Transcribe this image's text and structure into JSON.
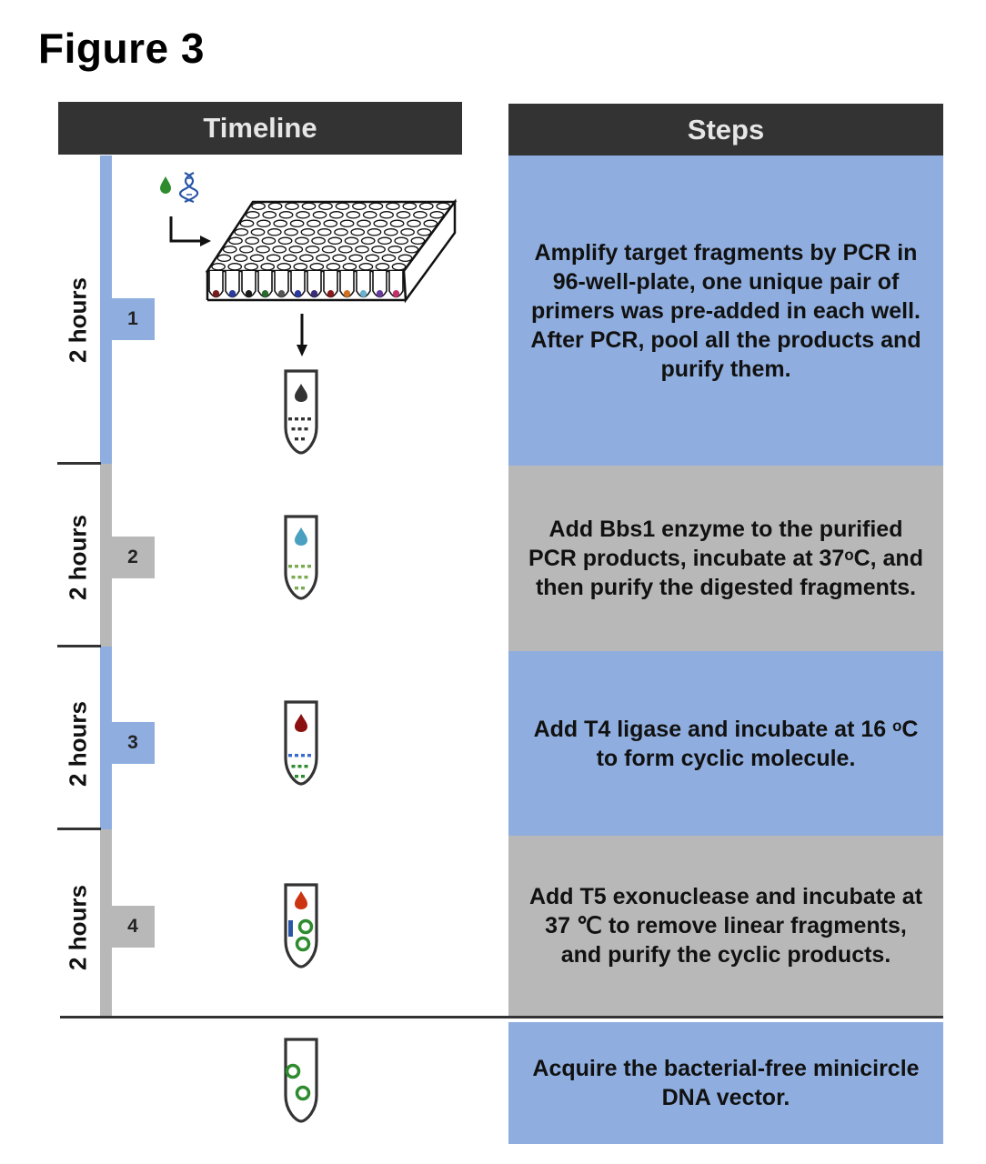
{
  "figure_title": "Figure 3",
  "headers": {
    "timeline": "Timeline",
    "steps": "Steps"
  },
  "timeline": [
    {
      "number": "1",
      "duration": "2 hours",
      "bar_color": "#8faedf"
    },
    {
      "number": "2",
      "duration": "2 hours",
      "bar_color": "#b8b8b8"
    },
    {
      "number": "3",
      "duration": "2 hours",
      "bar_color": "#8faedf"
    },
    {
      "number": "4",
      "duration": "2 hours",
      "bar_color": "#b8b8b8"
    }
  ],
  "steps": [
    {
      "text": "Amplify target fragments by PCR in 96-well-plate, one unique pair of primers was pre-added in each well. After PCR, pool all the products and purify them.",
      "color": "#8faedf"
    },
    {
      "text": "Add Bbs1 enzyme to the purified PCR products, incubate at 37ᵒC, and then purify the digested fragments.",
      "color": "#b8b8b8"
    },
    {
      "text": "Add T4 ligase and incubate at 16 ᵒC to form cyclic molecule.",
      "color": "#8faedf"
    },
    {
      "text": "Add T5 exonuclease and incubate at 37 ℃ to remove linear fragments, and purify the cyclic products.",
      "color": "#b8b8b8"
    },
    {
      "text": "Acquire the bacterial-free minicircle DNA vector.",
      "color": "#8faedf"
    }
  ],
  "icons": {
    "primer_drop": "green-drop-icon",
    "dna": "dna-helix-icon",
    "plate": "96-well-plate-icon",
    "tubes": [
      "tube-gray-drop-icon",
      "tube-teal-drop-icon",
      "tube-red-drop-icon",
      "tube-orange-drop-icon",
      "tube-minicircle-icon"
    ]
  },
  "colors": {
    "header_bg": "#333333",
    "header_text": "#e6e6e6",
    "blue": "#8faedf",
    "gray": "#b8b8b8",
    "green": "#2e8b2e",
    "dna_blue": "#2a56a8",
    "teal": "#4aa0c0",
    "dark_red": "#8b1010",
    "orange_red": "#cc3311"
  },
  "well_colors": [
    "#7a1a1a",
    "#2a3aa0",
    "#1a1a1a",
    "#2a6a2a",
    "#555555",
    "#2a3aa0",
    "#3a2a7a",
    "#8a1a1a",
    "#d07020",
    "#6ab0d0",
    "#6a3aa0",
    "#c0306a"
  ]
}
